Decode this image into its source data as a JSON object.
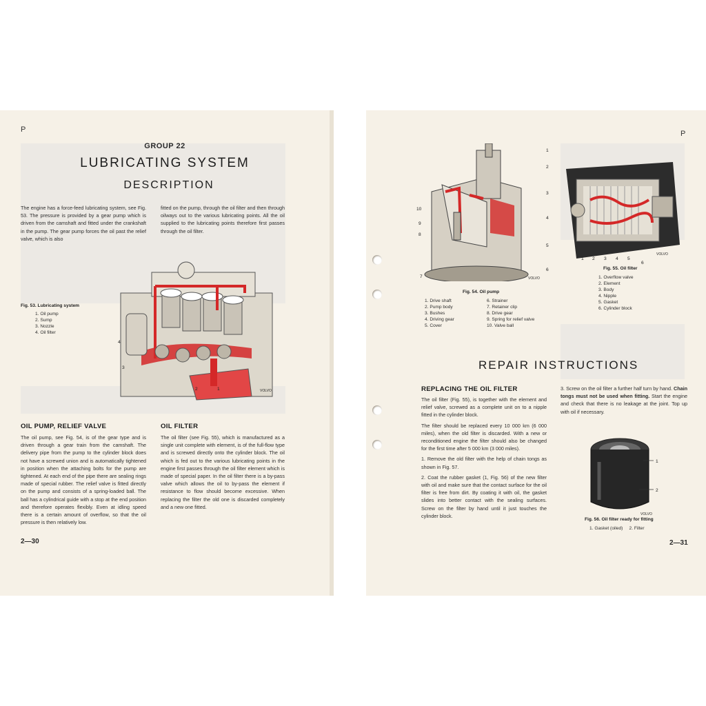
{
  "left": {
    "corner": "P",
    "group": "GROUP 22",
    "title": "LUBRICATING SYSTEM",
    "subtitle": "DESCRIPTION",
    "intro_col1": "The engine has a force-feed lubricating system, see Fig. 53. The pressure is provided by a gear pump which is driven from the camshaft and fitted under the crankshaft in the pump. The gear pump forces the oil past the relief valve, which is also",
    "intro_col2": "fitted on the pump, through the oil filter and then through oilways out to the various lubricating points. All the oil supplied to the lubricating points therefore first passes through the oil filter.",
    "fig53": {
      "caption": "Fig. 53.   Lubricating system",
      "items": [
        "1. Oil pump",
        "2. Sump",
        "3. Nozzle",
        "4. Oil filter"
      ],
      "callouts": [
        "4",
        "3",
        "2",
        "1"
      ],
      "mark": "VOLVO"
    },
    "oil_pump": {
      "heading": "OIL PUMP, RELIEF VALVE",
      "text": "The oil pump, see Fig. 54, is of the gear type and is driven through a gear train from the camshaft. The delivery pipe from the pump to the cylinder block does not have a screwed union and is automatically tightened in position when the attaching bolts for the pump are tightened. At each end of the pipe there are sealing rings made of special rubber. The relief valve is fitted directly on the pump and consists of a spring-loaded ball. The ball has a cylindrical guide with a stop at the end position and therefore operates flexibly. Even at idling speed there is a certain amount of overflow, so that the oil pressure is then relatively low."
    },
    "oil_filter": {
      "heading": "OIL FILTER",
      "text": "The oil filter (see Fig. 55), which is manufactured as a single unit complete with element, is of the full-flow type and is screwed directly onto the cylinder block. The oil which is fed out to the various lubricating points in the engine first passes through the oil filter element which is made of special paper. In the oil filter there is a by-pass valve which allows the oil to by-pass the element if resistance to flow should become excessive. When replacing the filter the old one is discarded completely and a new one fitted."
    },
    "page_number": "2—30"
  },
  "right": {
    "corner": "P",
    "fig54": {
      "caption": "Fig. 54.   Oil pump",
      "col1": [
        "1. Drive shaft",
        "2. Pump body",
        "3. Bushes",
        "4. Driving gear",
        "5. Cover"
      ],
      "col2": [
        "6. Strainer",
        "7. Retainer clip",
        "8. Drive gear",
        "9. Spring for relief valve",
        "10. Valve ball"
      ],
      "callouts": [
        "1",
        "2",
        "3",
        "4",
        "5",
        "6",
        "7",
        "8",
        "9",
        "10"
      ],
      "mark": "VOLVO"
    },
    "fig55": {
      "caption": "Fig. 55.   Oil filter",
      "items": [
        "1. Overflow valve",
        "2. Element",
        "3. Body",
        "4. Nipple",
        "5. Gasket",
        "6. Cylinder block"
      ],
      "callouts": [
        "1",
        "2",
        "3",
        "4",
        "5",
        "6"
      ],
      "mark": "VOLVO"
    },
    "repair_title": "REPAIR INSTRUCTIONS",
    "replacing_heading": "REPLACING THE OIL FILTER",
    "replacing_p1": "The oil filter (Fig. 55), is together with the element and relief valve, screwed as a complete unit on to a nipple fitted in the cylinder block.",
    "replacing_p2": "The filter should be replaced every 10 000 km (6 000 miles), when the old filter is discarded. With a new or reconditioned engine the filter should also be changed for the first time after 5 000 km (3 000 miles).",
    "step1": "1. Remove the old filter with the help of chain tongs as shown in Fig. 57.",
    "step2": "2. Coat the rubber gasket (1, Fig. 56) of the new filter with oil and make sure that the contact surface for the oil filter is free from dirt. By coating it with oil, the gasket slides into better contact with the sealing surfaces. Screw on the filter by hand until it just touches the cylinder block.",
    "step3_a": "3. Screw on the oil filter a further half turn by hand.",
    "step3_b": "Chain tongs must not be used when fitting.",
    "step3_c": "Start the engine and check that there is no leakage at the joint. Top up with oil if necessary.",
    "fig56": {
      "caption": "Fig. 56.   Oil filter ready for fitting",
      "legend": "1. Gasket (oiled)     2. Filter",
      "callouts": [
        "1",
        "2"
      ],
      "mark": "VOLVO"
    },
    "page_number": "2—31"
  },
  "colors": {
    "paper": "#f6f1e7",
    "red": "#d42828",
    "text": "#2a2a2a"
  }
}
